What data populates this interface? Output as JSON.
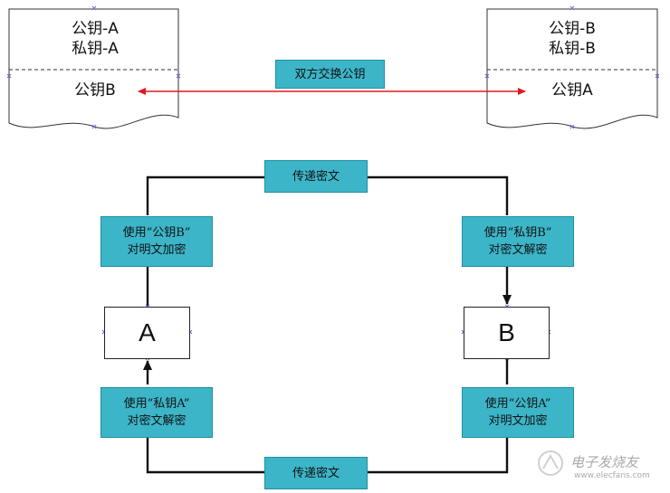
{
  "left_doc": {
    "line1": "公钥-A",
    "line2": "私钥-A",
    "bottom": "公钥B"
  },
  "right_doc": {
    "line1": "公钥-B",
    "line2": "私钥-B",
    "bottom": "公钥A"
  },
  "exchange_label": "双方交换公钥",
  "top_channel_label": "传递密文",
  "bottom_channel_label": "传递密文",
  "node_a": "A",
  "node_b": "B",
  "steps": {
    "a_encrypt": {
      "line1": "使用“公钥B”",
      "line2": "对明文加密"
    },
    "b_decrypt": {
      "line1": "使用“私钥B”",
      "line2": "对密文解密"
    },
    "a_decrypt": {
      "line1": "使用“私钥A”",
      "line2": "对密文解密"
    },
    "b_encrypt": {
      "line1": "使用“公钥A”",
      "line2": "对明文加密"
    }
  },
  "watermark": {
    "text": "电子发烧友",
    "url": "www.elecfans.com"
  },
  "colors": {
    "label_fill": "#3cb5c8",
    "exchange_arrow": "#e0181e"
  }
}
